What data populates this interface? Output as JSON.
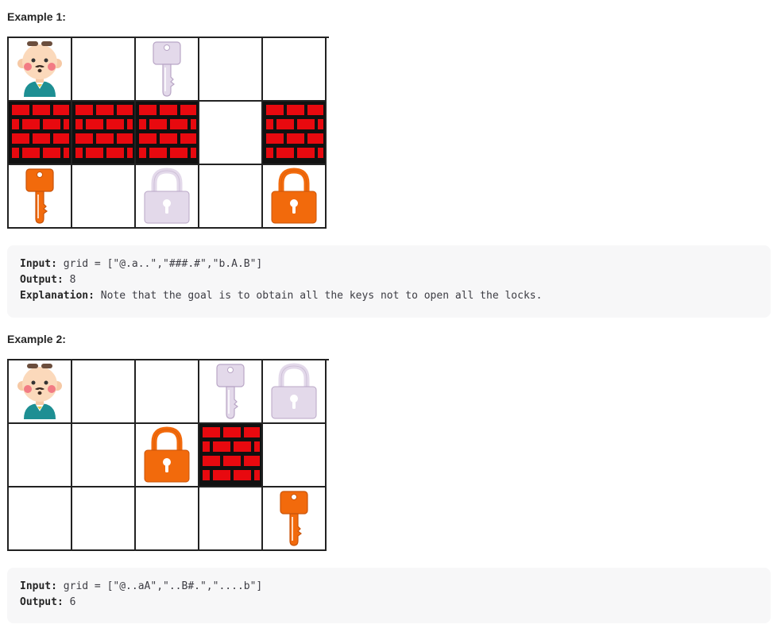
{
  "examples": [
    {
      "title": "Example 1:",
      "grid": [
        [
          "person",
          "empty",
          "key-lavender",
          "empty",
          "empty"
        ],
        [
          "wall",
          "wall",
          "wall",
          "empty",
          "wall"
        ],
        [
          "key-orange",
          "empty",
          "lock-lavender",
          "empty",
          "lock-orange"
        ]
      ],
      "input_label": "Input:",
      "input_value": " grid = [\"@.a..\",\"###.#\",\"b.A.B\"]",
      "output_label": "Output:",
      "output_value": " 8",
      "explanation_label": "Explanation:",
      "explanation_value": " Note that the goal is to obtain all the keys not to open all the locks."
    },
    {
      "title": "Example 2:",
      "grid": [
        [
          "person",
          "empty",
          "empty",
          "key-lavender",
          "lock-lavender"
        ],
        [
          "empty",
          "empty",
          "lock-orange",
          "wall",
          "empty"
        ],
        [
          "empty",
          "empty",
          "empty",
          "empty",
          "key-orange"
        ]
      ],
      "input_label": "Input:",
      "input_value": " grid = [\"@..aA\",\"..B#.\",\"....b\"]",
      "output_label": "Output:",
      "output_value": " 6"
    }
  ],
  "colors": {
    "wall": "#e8090f",
    "mortar": "#111111",
    "orange": "#f26a0c",
    "lavender": "#e3d9ea",
    "lavender_stroke": "#b9a6c6"
  }
}
